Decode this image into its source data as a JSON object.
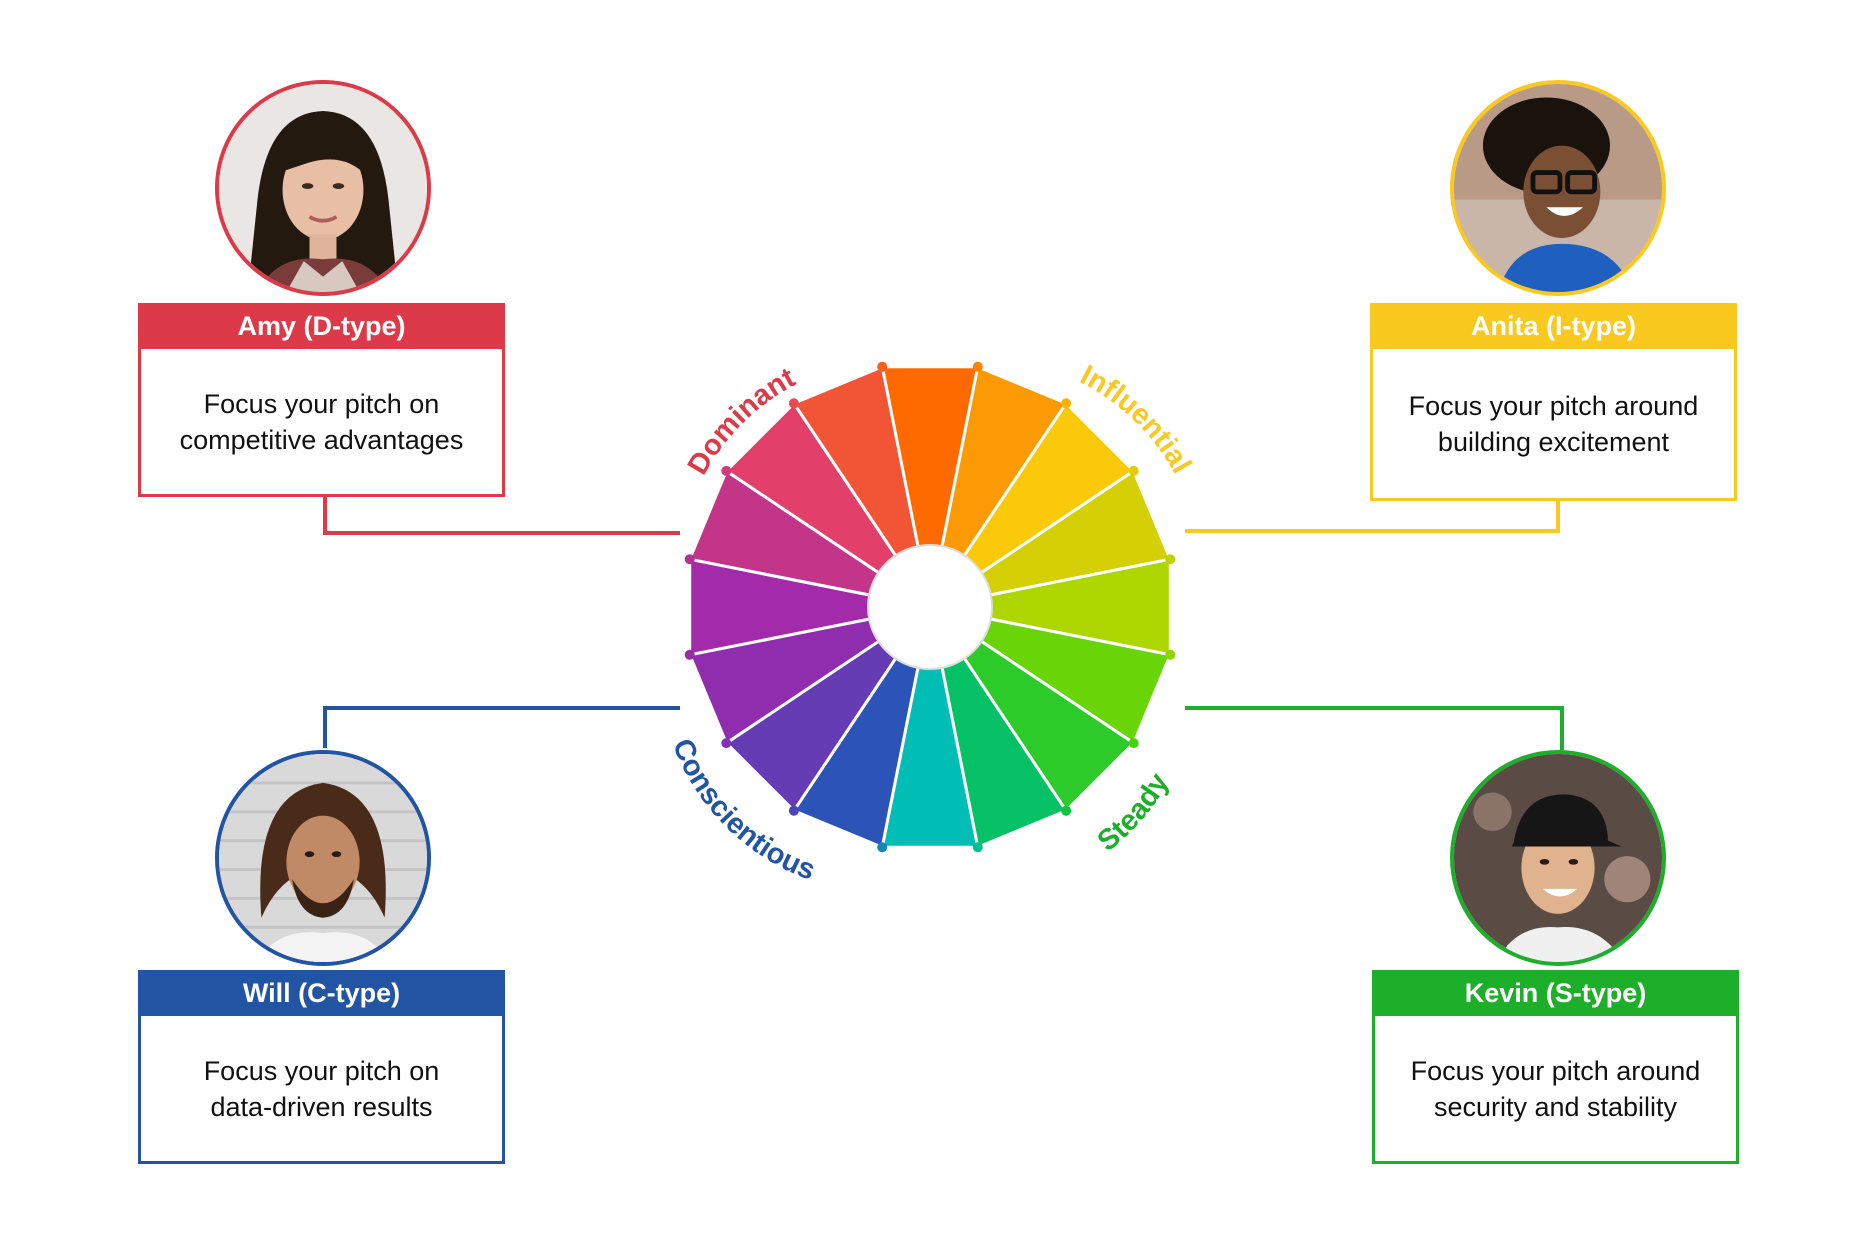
{
  "colors": {
    "d": "#dc3a48",
    "i": "#f9c920",
    "s": "#1daf2a",
    "c": "#2254a4"
  },
  "wheel": {
    "labels": {
      "dominant": "Dominant",
      "influential": "Influential",
      "steady": "Steady",
      "conscientious": "Conscientious"
    }
  },
  "people": {
    "amy": {
      "title": "Amy (D-type)",
      "line1": "Focus your pitch on",
      "line2": "competitive advantages"
    },
    "anita": {
      "title": "Anita (I-type)",
      "line1": "Focus your pitch around",
      "line2": "building excitement"
    },
    "will": {
      "title": "Will (C-type)",
      "line1": "Focus your pitch on",
      "line2": "data-driven results"
    },
    "kevin": {
      "title": "Kevin (S-type)",
      "line1": "Focus your pitch around",
      "line2": "security and stability"
    }
  }
}
